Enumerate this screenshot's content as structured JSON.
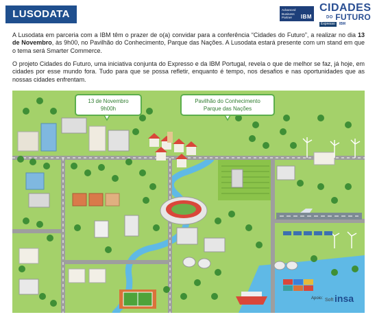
{
  "header": {
    "lusodata_logo": "LUSODATA",
    "ibm_partner_lines": [
      "Advanced",
      "Business",
      "Partner"
    ],
    "ibm_partner_mark": "IBM",
    "cidades_logo_title": "CIDADES",
    "cidades_logo_do": "DO",
    "cidades_logo_futuro": "FUTURO",
    "cidades_logo_expresso": "Expresso",
    "cidades_logo_ibm": "IBM"
  },
  "body": {
    "p1_before": "A Lusodata em parceria com a IBM  têm o prazer de o(a) convidar para a conferência “Cidades do Futuro”, a realizar no dia ",
    "p1_bold": "13 de Novembro",
    "p1_after": ", às 9h00, no Pavilhão do Conhecimento, Parque das Nações. A Lusodata estará presente com um stand em que o tema será Smarter Commerce.",
    "p2": "O projeto Cidades do Futuro, uma iniciativa conjunta do Expresso e da IBM Portugal, revela o que de melhor se faz, já hoje, em cidades por esse mundo fora. Tudo para que se possa refletir, enquanto é tempo, nos desafios e nas oportunidades que as nossas cidades enfrentam."
  },
  "map": {
    "sign_date": "13 de Novembro",
    "sign_time": "9h00h",
    "sign_venue_1": "Pavilhão do Conhecimento",
    "sign_venue_2": "Parque das Nações"
  },
  "footer": {
    "apoio_label": "Apoio:",
    "soft_label": "Soft",
    "insa_label": "insa"
  },
  "colors": {
    "lusodata_blue": "#1f4f8e",
    "grass": "#9ccc65",
    "river": "#5fb9e6",
    "sign_border": "#5cae4c",
    "text_blue": "#2a4f93"
  }
}
